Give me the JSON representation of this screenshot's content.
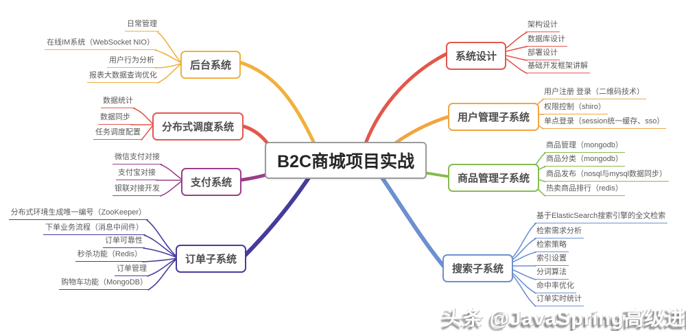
{
  "title": "B2C商城项目实战",
  "watermark": "头条 @JavaSpring高级进阶",
  "colors": {
    "backend": "#F1B03C",
    "scheduler": "#E2574C",
    "payment": "#9C3C8A",
    "order": "#443C9C",
    "design": "#E2574C",
    "user": "#F0A541",
    "product": "#86BC4E",
    "search": "#6C90D0",
    "central_border": "#9B9B9B"
  },
  "branches": {
    "backend": {
      "label": "后台系统",
      "leaves": [
        "日常管理",
        "在线IM系统（WebSocket NIO）",
        "用户行为分析",
        "报表大数据查询优化"
      ]
    },
    "scheduler": {
      "label": "分布式调度系统",
      "leaves": [
        "数据统计",
        "数据同步",
        "任务调度配置"
      ]
    },
    "payment": {
      "label": "支付系统",
      "leaves": [
        "微信支付对接",
        "支付宝对接",
        "银联对接开发"
      ]
    },
    "order": {
      "label": "订单子系统",
      "leaves": [
        "分布式环境生成唯一编号（ZooKeeper）",
        "下单业务流程（消息中间件）",
        "订单可靠性",
        "秒杀功能（Redis）",
        "订单管理",
        "购物车功能（MongoDB）"
      ]
    },
    "design": {
      "label": "系统设计",
      "leaves": [
        "架构设计",
        "数据库设计",
        "部署设计",
        "基础开发框架讲解"
      ]
    },
    "user": {
      "label": "用户管理子系统",
      "leaves": [
        "用户注册 登录（二维码技术）",
        "权限控制（shiro）",
        "单点登录（session统一缓存、sso）"
      ]
    },
    "product": {
      "label": "商品管理子系统",
      "leaves": [
        "商品管理（mongodb）",
        "商品分类（mongodb）",
        "商品发布（nosql与mysql数据同步）",
        "热卖商品排行（redis）"
      ]
    },
    "search": {
      "label": "搜索子系统",
      "leaves": [
        "基于ElasticSearch搜索引擎的全文检索",
        "检索需求分析",
        "检索策略",
        "索引设置",
        "分词算法",
        "命中率优化",
        "订单实时统计"
      ]
    }
  }
}
